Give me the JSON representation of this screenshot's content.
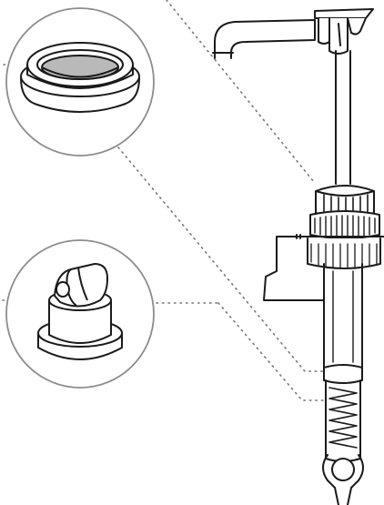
{
  "figure": {
    "kind": "exploded technical line drawing",
    "subject": "pump dispenser",
    "callouts": [
      {
        "part": "sealing-ring",
        "icon": "ring-gasket-icon"
      },
      {
        "part": "check-valve",
        "icon": "duckbill-valve-icon"
      }
    ],
    "colors": {
      "line": "#1a1a1a",
      "circle": "#8c8c8c",
      "leader": "#777777",
      "gasket_fill": "#b9b9b9",
      "background": "#ffffff"
    }
  }
}
